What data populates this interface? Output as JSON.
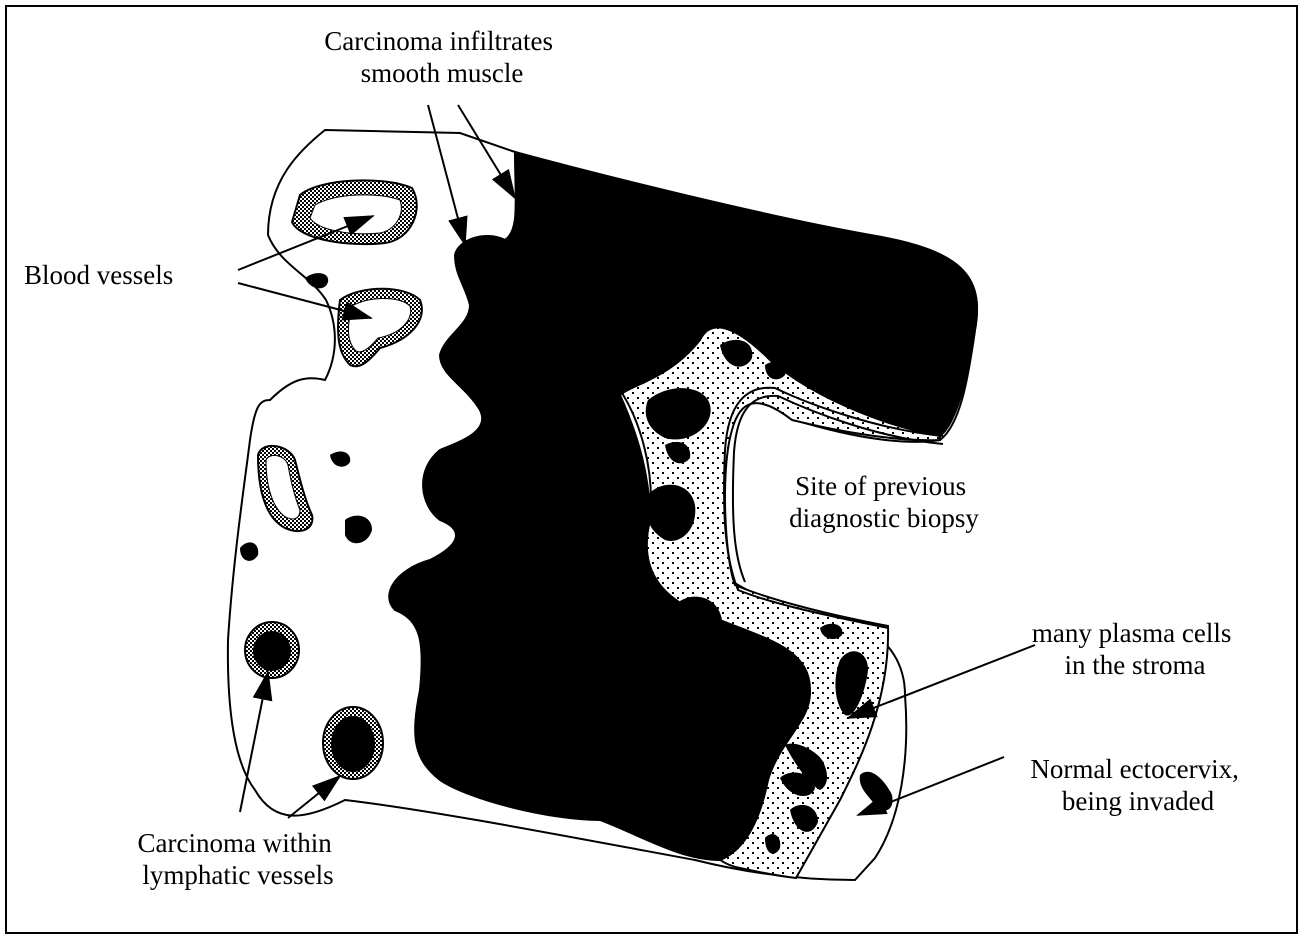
{
  "labels": {
    "muscle": [
      "Carcinoma infiltrates",
      "smooth muscle"
    ],
    "blood_vessels": "Blood vessels",
    "biopsy": [
      "Site of previous",
      "diagnostic biopsy"
    ],
    "plasma": [
      "many plasma cells",
      "in the stroma"
    ],
    "ectocervix": [
      "Normal ectocervix,",
      "being invaded"
    ],
    "lymphatic": [
      "Carcinoma within",
      "lymphatic vessels"
    ]
  },
  "colors": {
    "ink": "#000000",
    "background": "#ffffff"
  }
}
